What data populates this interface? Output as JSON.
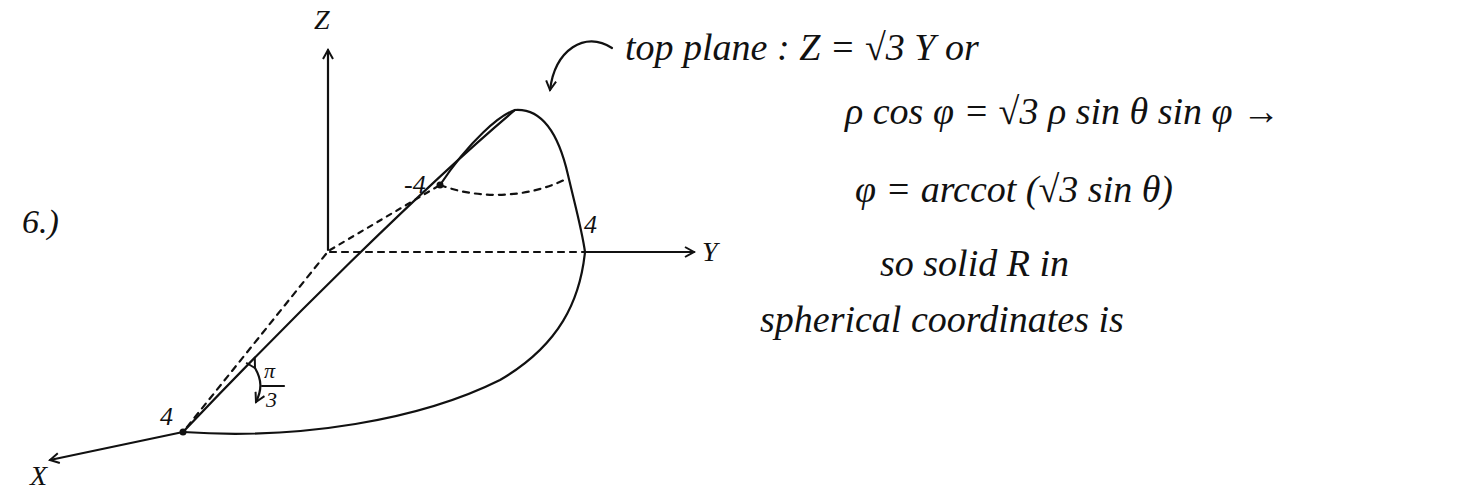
{
  "diagram": {
    "labels": [
      "6.)",
      "Z",
      "Y",
      "X",
      "4",
      "4",
      "-4",
      "π",
      "3",
      "top plane : Z = √3 Y or",
      "ρ cos φ = √3 ρ sin θ sin φ →",
      "φ = arccot (√3 sin θ)",
      "so solid R in",
      "spherical coordinates is"
    ]
  }
}
